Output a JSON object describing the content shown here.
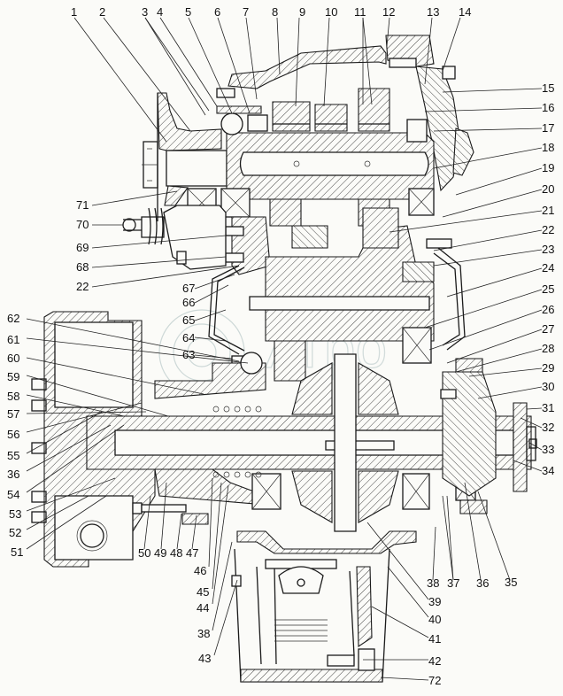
{
  "figure": {
    "type": "technical cross-section drawing (gearbox / transmission assembly)",
    "watermark": "Агро"
  },
  "labels": {
    "top": [
      "1",
      "2",
      "3",
      "4",
      "5",
      "6",
      "7",
      "8",
      "9",
      "10",
      "11",
      "12",
      "13",
      "14"
    ],
    "right": [
      "15",
      "16",
      "17",
      "18",
      "19",
      "20",
      "21",
      "22",
      "23",
      "24",
      "25",
      "26",
      "27",
      "28",
      "29",
      "30",
      "31",
      "32",
      "33",
      "34"
    ],
    "bottom_right": [
      "35",
      "36",
      "37",
      "38",
      "39",
      "40",
      "41",
      "42",
      "72"
    ],
    "bottom_left": [
      "43",
      "38",
      "44",
      "45",
      "46",
      "47",
      "48",
      "49",
      "50"
    ],
    "left_lower": [
      "51",
      "52",
      "53",
      "54",
      "36",
      "55",
      "56",
      "57",
      "58",
      "59",
      "60",
      "61",
      "62"
    ],
    "left_upper": [
      "63",
      "64",
      "65",
      "66",
      "67",
      "22",
      "68",
      "69",
      "70",
      "71"
    ]
  }
}
